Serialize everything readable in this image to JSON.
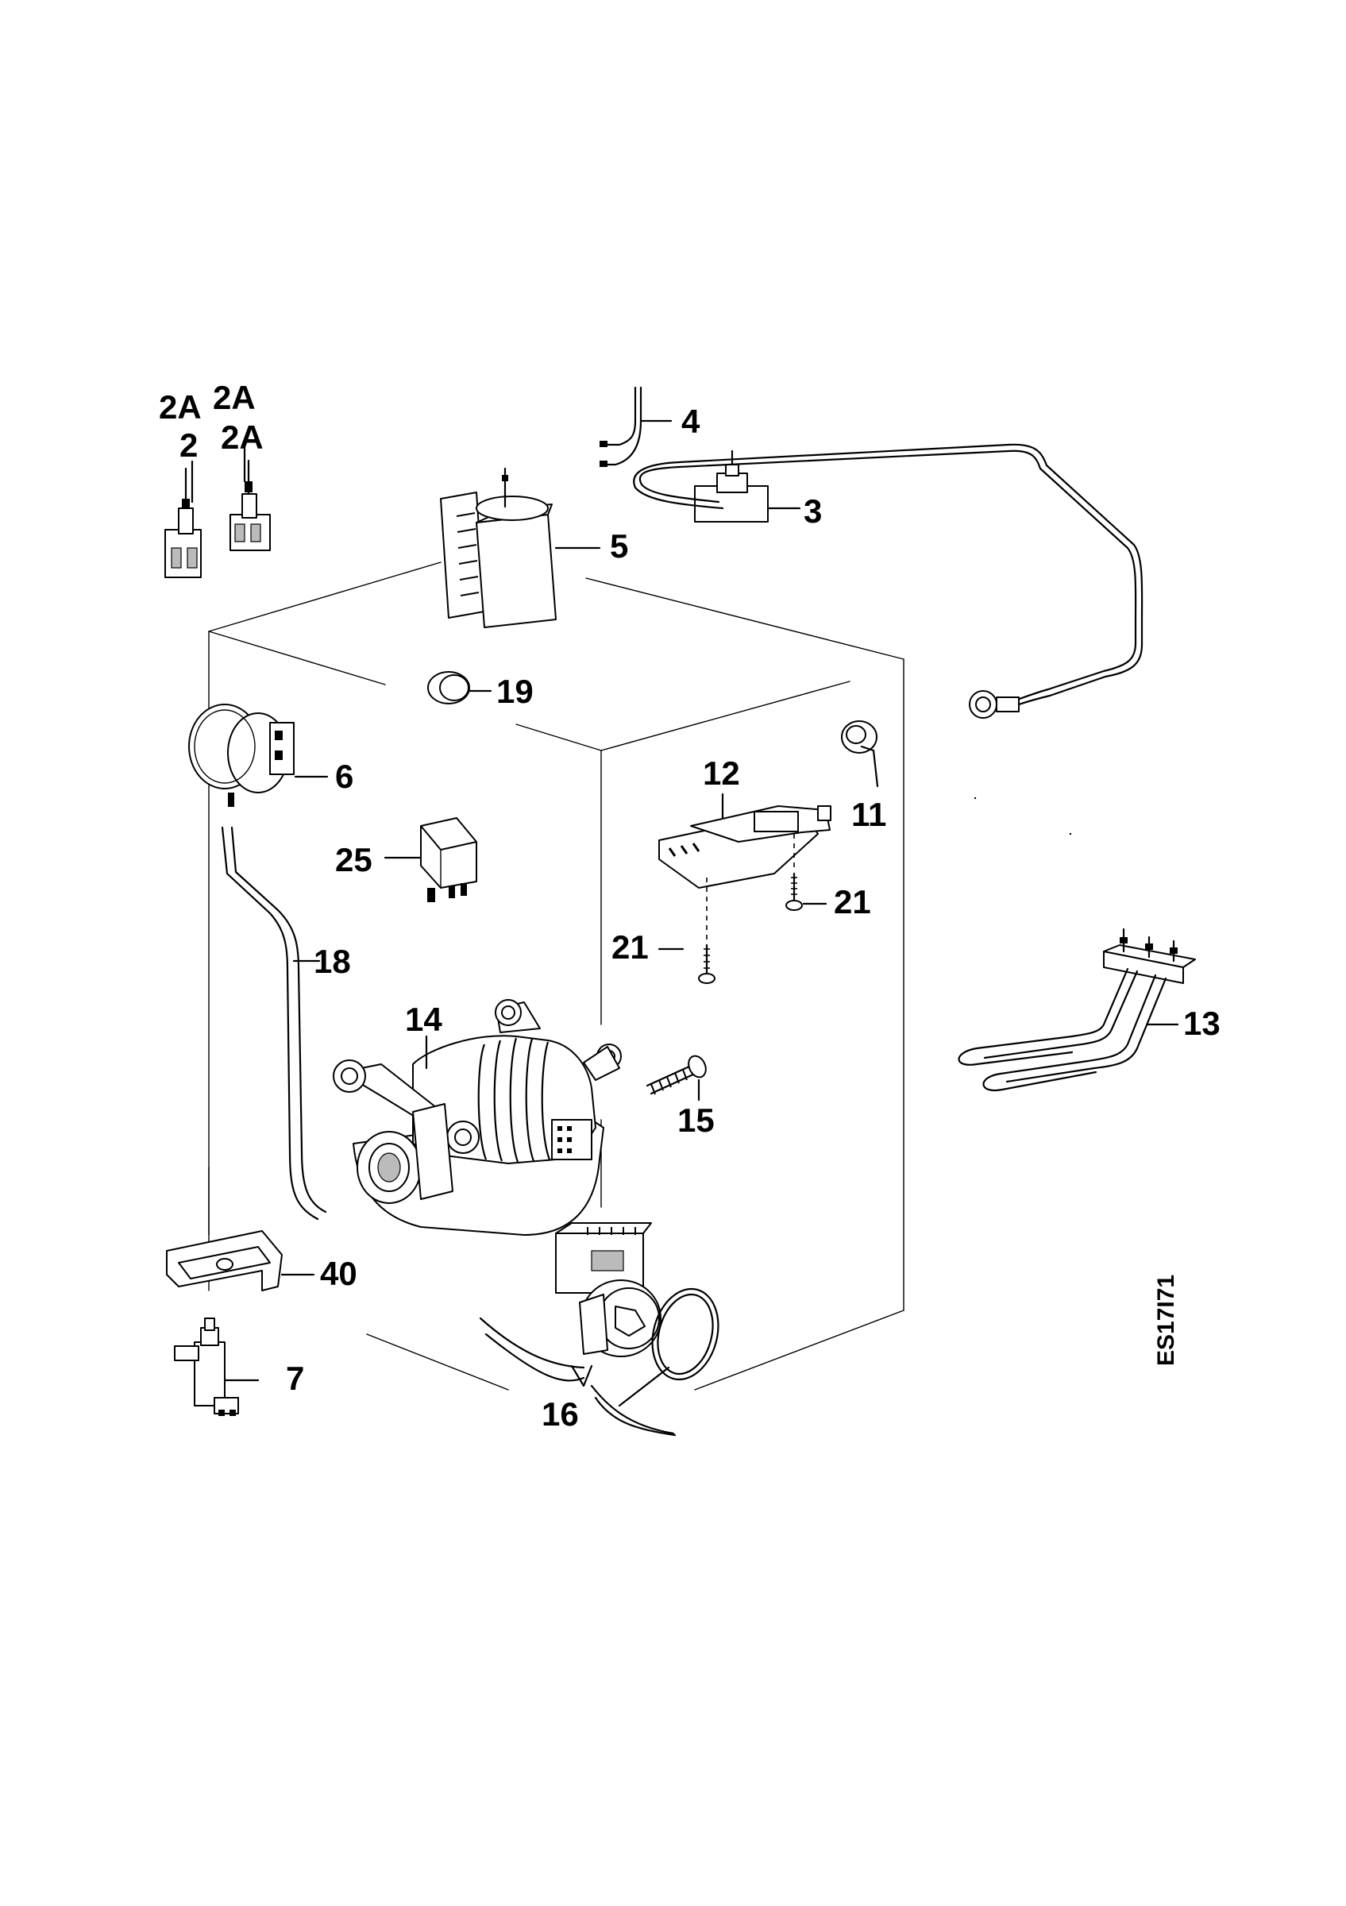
{
  "drawing_code": "ES17I71",
  "labels": {
    "p2a_a": "2A",
    "p2a_b": "2A",
    "p2a_c": "2A",
    "p2": "2",
    "p3": "3",
    "p4": "4",
    "p5": "5",
    "p6": "6",
    "p7": "7",
    "p11": "11",
    "p12": "12",
    "p13": "13",
    "p14": "14",
    "p15": "15",
    "p16": "16",
    "p18": "18",
    "p19": "19",
    "p21a": "21",
    "p21b": "21",
    "p25": "25",
    "p40": "40"
  }
}
